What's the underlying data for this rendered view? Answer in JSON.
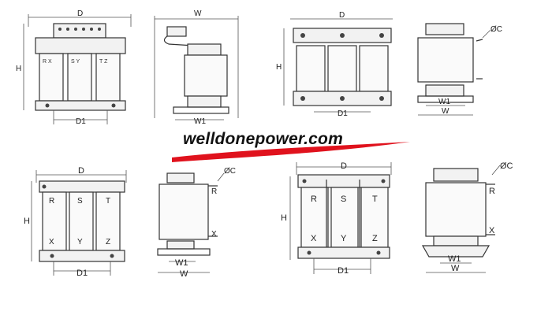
{
  "brand": {
    "text": "welldonepower.com",
    "swoosh_color": "#e0121d"
  },
  "diagrams": [
    {
      "id": "top-1",
      "dims": {
        "width": "D",
        "height": "H",
        "depth": "D1"
      },
      "coils": [
        "R  X",
        "S  Y",
        "T  Z"
      ]
    },
    {
      "id": "top-2",
      "dims": {
        "width": "W",
        "depth": "W1"
      }
    },
    {
      "id": "top-3",
      "dims": {
        "width": "D",
        "height": "H",
        "depth": "D1"
      }
    },
    {
      "id": "top-4",
      "dims": {
        "diameter": "ØC",
        "width": "W",
        "depth": "W1"
      }
    },
    {
      "id": "bottom-1",
      "dims": {
        "width": "D",
        "height": "H",
        "depth": "D1"
      },
      "coils_top": [
        "R",
        "S",
        "T"
      ],
      "coils_bottom": [
        "X",
        "Y",
        "Z"
      ]
    },
    {
      "id": "bottom-2",
      "dims": {
        "diameter": "ØC",
        "width": "W",
        "depth": "W1"
      },
      "terminals": [
        "R",
        "X"
      ]
    },
    {
      "id": "bottom-3",
      "dims": {
        "width": "D",
        "height": "H",
        "depth": "D1"
      },
      "coils_top": [
        "R",
        "S",
        "T"
      ],
      "coils_bottom": [
        "X",
        "Y",
        "Z"
      ]
    },
    {
      "id": "bottom-4",
      "dims": {
        "diameter": "ØC",
        "width": "W",
        "depth": "W1"
      },
      "terminals": [
        "R",
        "X"
      ]
    }
  ]
}
